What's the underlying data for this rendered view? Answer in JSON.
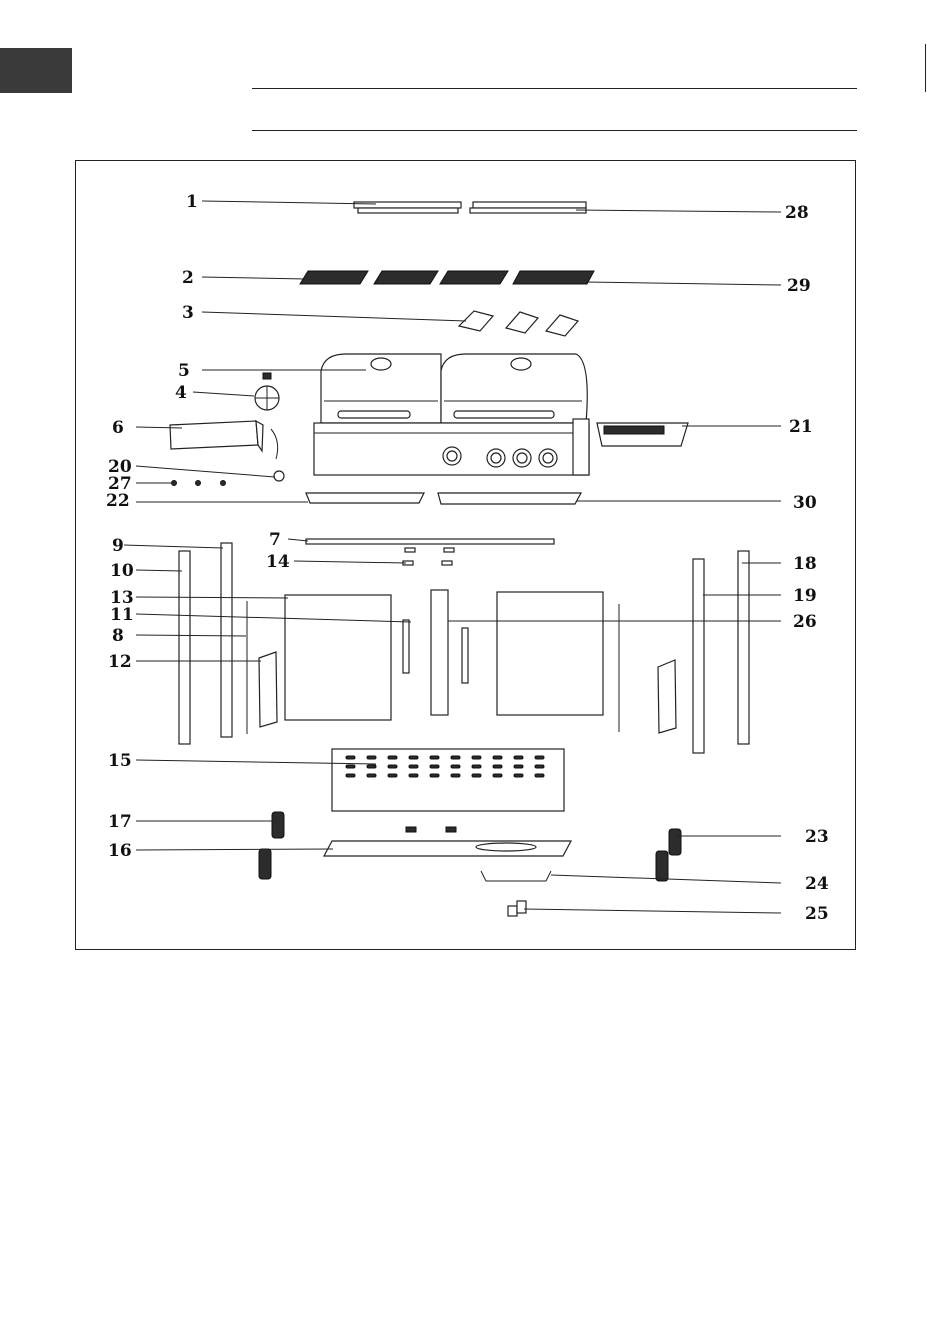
{
  "header": {
    "lang_tab_color": "#3a3a3a"
  },
  "diagram": {
    "labels": [
      "1",
      "2",
      "3",
      "4",
      "5",
      "6",
      "7",
      "8",
      "9",
      "10",
      "11",
      "12",
      "13",
      "14",
      "15",
      "16",
      "17",
      "18",
      "19",
      "20",
      "21",
      "22",
      "23",
      "24",
      "25",
      "26",
      "27",
      "28",
      "29",
      "30"
    ]
  }
}
